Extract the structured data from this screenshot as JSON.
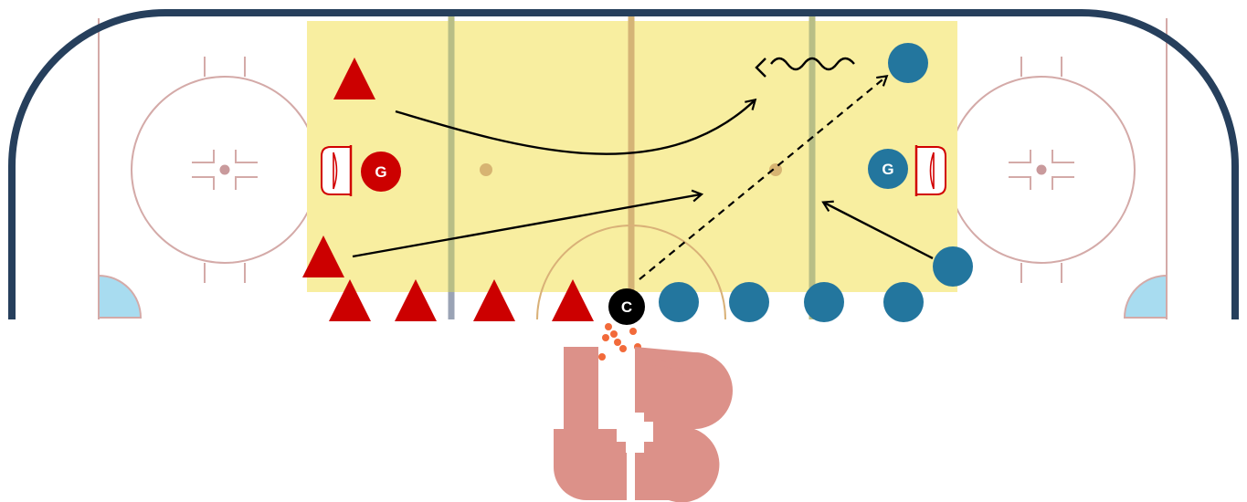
{
  "labels": {
    "goalie": "G",
    "coach": "C"
  },
  "teams": {
    "red": {
      "color": "#cc0000",
      "goalie_label": "G"
    },
    "blue": {
      "color": "#23769e",
      "goalie_label": "G"
    }
  },
  "coach": {
    "label": "C",
    "color": "#000000"
  },
  "colors": {
    "boards": "#263f5c",
    "zone_highlight": "#f8eea0",
    "rink_lines": "#d4aaa8",
    "center_line": "#d5b476",
    "blue_lines": "#b8be86",
    "crease_fill": "#a8dcf0",
    "puck_dots": "#f26a3a",
    "logo": "#dc9189",
    "path_line": "#000000"
  },
  "icons": [
    "red-triangle-icon",
    "blue-circle-icon",
    "goalie-icon",
    "coach-icon",
    "net-icon",
    "faceoff-dot-icon",
    "logo-icon"
  ]
}
